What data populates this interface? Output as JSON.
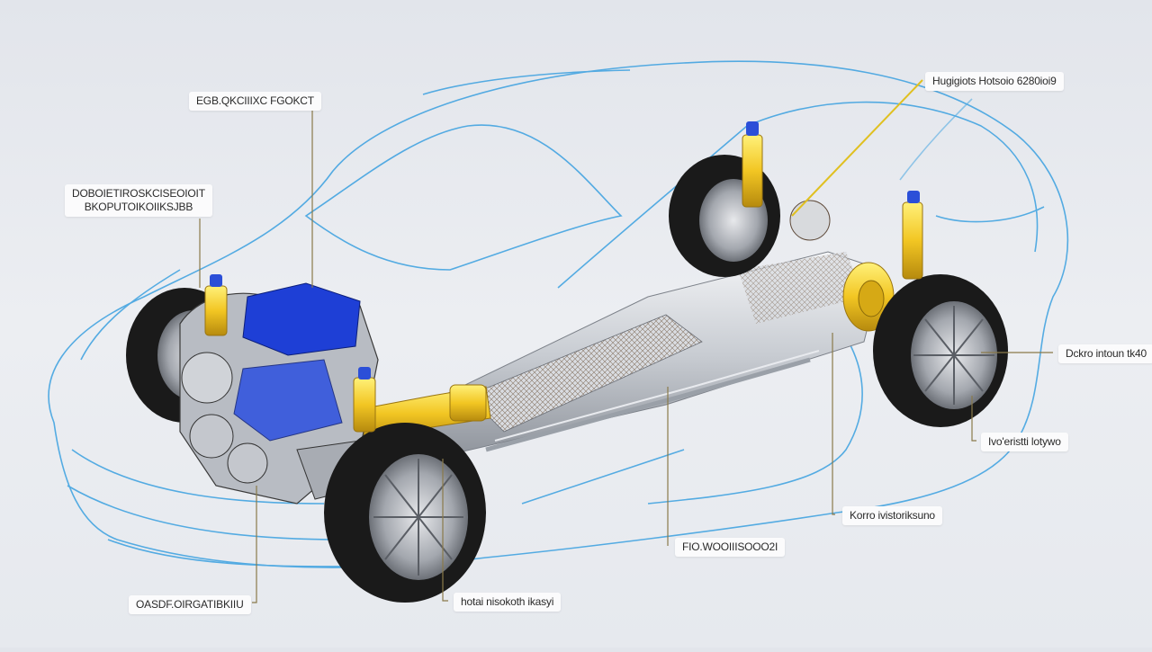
{
  "diagram": {
    "subject": "car cutaway showing drivetrain and suspension",
    "colors": {
      "background": "#e6e9ee",
      "body_outline": "#3aa0e0",
      "engine_accent": "#1e3fd6",
      "suspension_springs": "#f2c623",
      "leader_lines": "#b89a3a",
      "tires": "#1a1a1a",
      "chassis_metal": "#c9ccd1"
    },
    "labels": [
      {
        "id": "top-left",
        "text": "EGB.QKCIIIXC FGOKCT"
      },
      {
        "id": "left",
        "line1": "DOBOIETIROSKCISEOIOIT",
        "line2": "BKOPUTOIKOIIKSJBB"
      },
      {
        "id": "top-right",
        "text": "Hugigiots Hotsoio 6280ioi9"
      },
      {
        "id": "right",
        "text": "Dckro intoun tk40"
      },
      {
        "id": "right-lower",
        "text": "Ivo'eristti lotywo"
      },
      {
        "id": "bottom-right",
        "text": "Korro ivistoriksuno"
      },
      {
        "id": "bottom-center-right",
        "text": "FIO.WOOIIISOOO2I"
      },
      {
        "id": "bottom-center",
        "text": "hotai nisokoth ikasyi"
      },
      {
        "id": "bottom-left",
        "text": "OASDF.OIRGATIBKIIU"
      }
    ],
    "components": [
      "front-wheel-left",
      "front-wheel-right",
      "rear-wheel-left",
      "rear-wheel-right",
      "engine",
      "front-springs",
      "rear-springs",
      "driveshaft",
      "exhaust",
      "rear-differential",
      "car-body-outline"
    ]
  }
}
